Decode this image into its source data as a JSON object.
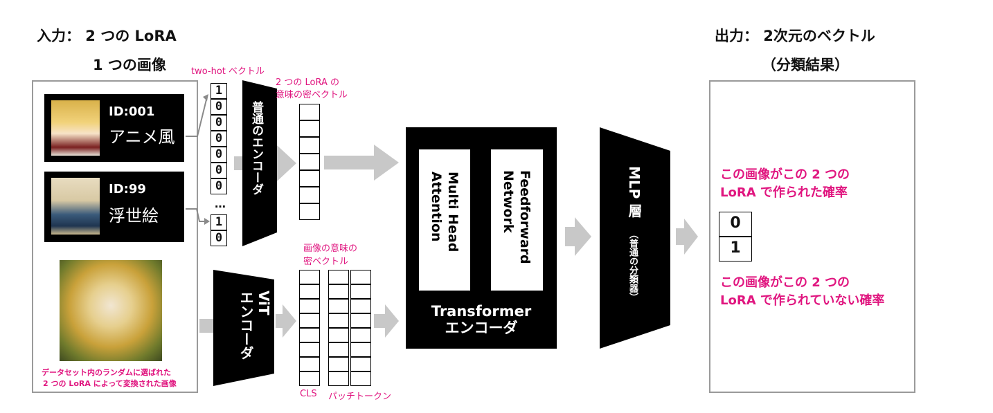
{
  "input": {
    "title_line1": "入力： 2 つの LoRA",
    "title_line2": "1 つの画像"
  },
  "output": {
    "title_line1": "出力： 2次元のベクトル",
    "title_line2": "（分類結果）",
    "prob_true_line1": "この画像がこの 2 つの",
    "prob_true_line2": "LoRA で作られた確率",
    "values": [
      "0",
      "1"
    ],
    "prob_false_line1": "この画像がこの 2 つの",
    "prob_false_line2": "LoRA で作られていない確率"
  },
  "lora_cards": [
    {
      "id": "ID:001",
      "name": "アニメ風",
      "thumb_icon": "anime-girl-thumbnail"
    },
    {
      "id": "ID:99",
      "name": "浮世絵",
      "thumb_icon": "great-wave-thumbnail"
    }
  ],
  "sample_image": {
    "icon": "old-woman-sunflowers-image",
    "caption_line1": "データセット内のランダムに選ばれた",
    "caption_line2": "2 つの LoRA によって変換された画像"
  },
  "two_hot": {
    "label": "two-hot ベクトル",
    "top_values": [
      "1",
      "0",
      "0",
      "0",
      "0",
      "0",
      "0"
    ],
    "ellipsis": "…",
    "bottom_values": [
      "1",
      "0"
    ]
  },
  "lora_encoder": {
    "label": "普通のエンコーダ"
  },
  "lora_vector": {
    "label_line1": "2 つの LoRA の",
    "label_line2": "意味の密ベクトル",
    "cells": 7
  },
  "vit_encoder": {
    "label_line1": "ViT",
    "label_line2": "エンコーダ"
  },
  "image_vector": {
    "label_line1": "画像の意味の",
    "label_line2": "密ベクトル",
    "cls_label": "CLS",
    "patch_label": "パッチトークン",
    "cells": 8
  },
  "transformer": {
    "title_line1": "Transformer",
    "title_line2": "エンコーダ",
    "block1_line1": "Multi Head",
    "block1_line2": "Attention",
    "block2_line1": "Feedforward",
    "block2_line2": "Network"
  },
  "mlp": {
    "label": "MLP 層",
    "sublabel": "（普通の分類器）"
  },
  "colors": {
    "accent": "#e0157f",
    "arrow": "#c8c8c8",
    "frame": "#9a9a9a",
    "block": "#000000"
  }
}
